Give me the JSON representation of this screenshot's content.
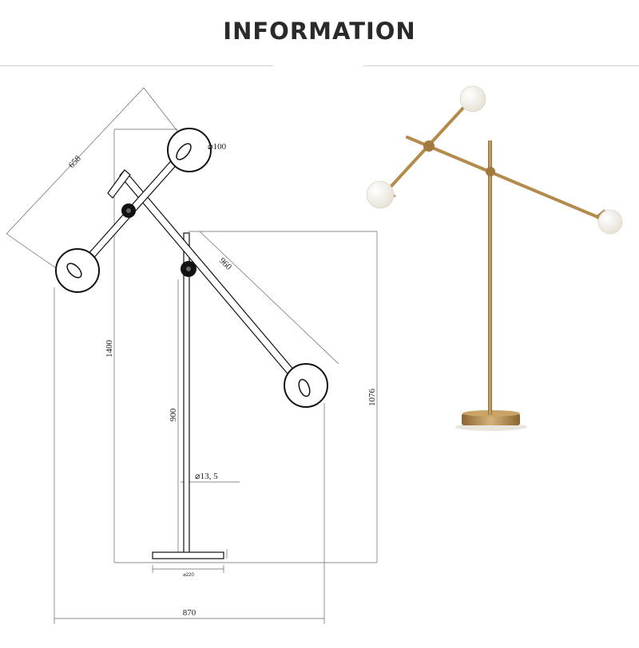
{
  "header": {
    "title": "INFORMATION"
  },
  "drawing": {
    "dimensions": {
      "arm_short": "658",
      "arm_long": "960",
      "shade_diameter": "⌀100",
      "total_height": "1400",
      "right_height": "1076",
      "pole_height": "900",
      "pole_diameter": "⌀13, 5",
      "base_diameter": "⌀220",
      "total_width": "870"
    }
  },
  "colors": {
    "line": "#111111",
    "dim_line": "#555555",
    "brass": "#b58b4c",
    "brass_dark": "#8a6531",
    "globe": "#f4f1ea"
  }
}
